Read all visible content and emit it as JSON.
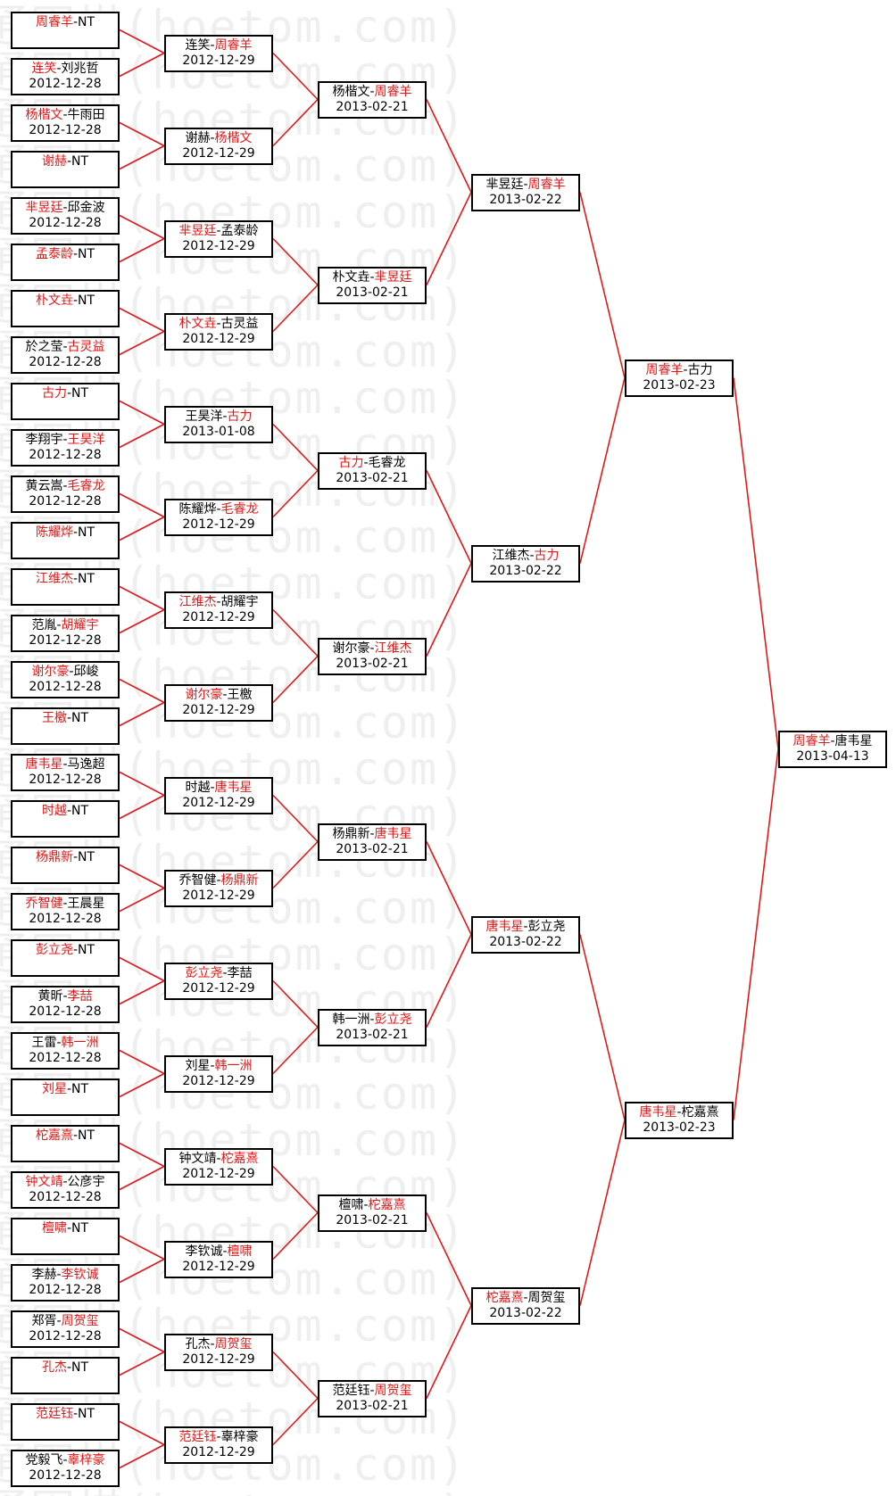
{
  "watermark": "弘通围棋(hoetom.com)",
  "colors": {
    "winner": "#e01818",
    "line": "#e01818",
    "border": "#000000"
  },
  "rounds": [
    [
      {
        "p1": "周睿羊",
        "p2": "NT",
        "date": "",
        "winner": "周睿羊"
      },
      {
        "p1": "连笑",
        "p2": "刘兆哲",
        "date": "2012-12-28",
        "winner": "连笑"
      },
      {
        "p1": "杨楷文",
        "p2": "牛雨田",
        "date": "2012-12-28",
        "winner": "杨楷文"
      },
      {
        "p1": "谢赫",
        "p2": "NT",
        "date": "",
        "winner": "谢赫"
      },
      {
        "p1": "芈昱廷",
        "p2": "邱金波",
        "date": "2012-12-28",
        "winner": "芈昱廷"
      },
      {
        "p1": "孟泰龄",
        "p2": "NT",
        "date": "",
        "winner": "孟泰龄"
      },
      {
        "p1": "朴文垚",
        "p2": "NT",
        "date": "",
        "winner": "朴文垚"
      },
      {
        "p1": "於之莹",
        "p2": "古灵益",
        "date": "2012-12-28",
        "winner": "古灵益"
      },
      {
        "p1": "古力",
        "p2": "NT",
        "date": "",
        "winner": "古力"
      },
      {
        "p1": "李翔宇",
        "p2": "王昊洋",
        "date": "2012-12-28",
        "winner": "王昊洋"
      },
      {
        "p1": "黄云嵩",
        "p2": "毛睿龙",
        "date": "2012-12-28",
        "winner": "毛睿龙"
      },
      {
        "p1": "陈耀烨",
        "p2": "NT",
        "date": "",
        "winner": "陈耀烨"
      },
      {
        "p1": "江维杰",
        "p2": "NT",
        "date": "",
        "winner": "江维杰"
      },
      {
        "p1": "范胤",
        "p2": "胡耀宇",
        "date": "2012-12-28",
        "winner": "胡耀宇"
      },
      {
        "p1": "谢尔豪",
        "p2": "邱峻",
        "date": "2012-12-28",
        "winner": "谢尔豪"
      },
      {
        "p1": "王檄",
        "p2": "NT",
        "date": "",
        "winner": "王檄"
      },
      {
        "p1": "唐韦星",
        "p2": "马逸超",
        "date": "2012-12-28",
        "winner": "唐韦星"
      },
      {
        "p1": "时越",
        "p2": "NT",
        "date": "",
        "winner": "时越"
      },
      {
        "p1": "杨鼎新",
        "p2": "NT",
        "date": "",
        "winner": "杨鼎新"
      },
      {
        "p1": "乔智健",
        "p2": "王晨星",
        "date": "2012-12-28",
        "winner": "乔智健"
      },
      {
        "p1": "彭立尧",
        "p2": "NT",
        "date": "",
        "winner": "彭立尧"
      },
      {
        "p1": "黄昕",
        "p2": "李喆",
        "date": "2012-12-28",
        "winner": "李喆"
      },
      {
        "p1": "王雷",
        "p2": "韩一洲",
        "date": "2012-12-28",
        "winner": "韩一洲"
      },
      {
        "p1": "刘星",
        "p2": "NT",
        "date": "",
        "winner": "刘星"
      },
      {
        "p1": "柁嘉熹",
        "p2": "NT",
        "date": "",
        "winner": "柁嘉熹"
      },
      {
        "p1": "钟文靖",
        "p2": "公彦宇",
        "date": "2012-12-28",
        "winner": "钟文靖"
      },
      {
        "p1": "檀啸",
        "p2": "NT",
        "date": "",
        "winner": "檀啸"
      },
      {
        "p1": "李赫",
        "p2": "李钦诚",
        "date": "2012-12-28",
        "winner": "李钦诚"
      },
      {
        "p1": "郑胥",
        "p2": "周贺玺",
        "date": "2012-12-28",
        "winner": "周贺玺"
      },
      {
        "p1": "孔杰",
        "p2": "NT",
        "date": "",
        "winner": "孔杰"
      },
      {
        "p1": "范廷钰",
        "p2": "NT",
        "date": "",
        "winner": "范廷钰"
      },
      {
        "p1": "党毅飞",
        "p2": "辜梓豪",
        "date": "2012-12-28",
        "winner": "辜梓豪"
      }
    ],
    [
      {
        "p1": "连笑",
        "p2": "周睿羊",
        "date": "2012-12-29",
        "winner": "周睿羊"
      },
      {
        "p1": "谢赫",
        "p2": "杨楷文",
        "date": "2012-12-29",
        "winner": "杨楷文"
      },
      {
        "p1": "芈昱廷",
        "p2": "孟泰龄",
        "date": "2012-12-29",
        "winner": "芈昱廷"
      },
      {
        "p1": "朴文垚",
        "p2": "古灵益",
        "date": "2012-12-29",
        "winner": "朴文垚"
      },
      {
        "p1": "王昊洋",
        "p2": "古力",
        "date": "2013-01-08",
        "winner": "古力"
      },
      {
        "p1": "陈耀烨",
        "p2": "毛睿龙",
        "date": "2012-12-29",
        "winner": "毛睿龙"
      },
      {
        "p1": "江维杰",
        "p2": "胡耀宇",
        "date": "2012-12-29",
        "winner": "江维杰"
      },
      {
        "p1": "谢尔豪",
        "p2": "王檄",
        "date": "2012-12-29",
        "winner": "谢尔豪"
      },
      {
        "p1": "时越",
        "p2": "唐韦星",
        "date": "2012-12-29",
        "winner": "唐韦星"
      },
      {
        "p1": "乔智健",
        "p2": "杨鼎新",
        "date": "2012-12-29",
        "winner": "杨鼎新"
      },
      {
        "p1": "彭立尧",
        "p2": "李喆",
        "date": "2012-12-29",
        "winner": "彭立尧"
      },
      {
        "p1": "刘星",
        "p2": "韩一洲",
        "date": "2012-12-29",
        "winner": "韩一洲"
      },
      {
        "p1": "钟文靖",
        "p2": "柁嘉熹",
        "date": "2012-12-29",
        "winner": "柁嘉熹"
      },
      {
        "p1": "李钦诚",
        "p2": "檀啸",
        "date": "2012-12-29",
        "winner": "檀啸"
      },
      {
        "p1": "孔杰",
        "p2": "周贺玺",
        "date": "2012-12-29",
        "winner": "周贺玺"
      },
      {
        "p1": "范廷钰",
        "p2": "辜梓豪",
        "date": "2012-12-29",
        "winner": "范廷钰"
      }
    ],
    [
      {
        "p1": "杨楷文",
        "p2": "周睿羊",
        "date": "2013-02-21",
        "winner": "周睿羊"
      },
      {
        "p1": "朴文垚",
        "p2": "芈昱廷",
        "date": "2013-02-21",
        "winner": "芈昱廷"
      },
      {
        "p1": "古力",
        "p2": "毛睿龙",
        "date": "2013-02-21",
        "winner": "古力"
      },
      {
        "p1": "谢尔豪",
        "p2": "江维杰",
        "date": "2013-02-21",
        "winner": "江维杰"
      },
      {
        "p1": "杨鼎新",
        "p2": "唐韦星",
        "date": "2013-02-21",
        "winner": "唐韦星"
      },
      {
        "p1": "韩一洲",
        "p2": "彭立尧",
        "date": "2013-02-21",
        "winner": "彭立尧"
      },
      {
        "p1": "檀啸",
        "p2": "柁嘉熹",
        "date": "2013-02-21",
        "winner": "柁嘉熹"
      },
      {
        "p1": "范廷钰",
        "p2": "周贺玺",
        "date": "2013-02-21",
        "winner": "周贺玺"
      }
    ],
    [
      {
        "p1": "芈昱廷",
        "p2": "周睿羊",
        "date": "2013-02-22",
        "winner": "周睿羊"
      },
      {
        "p1": "江维杰",
        "p2": "古力",
        "date": "2013-02-22",
        "winner": "古力"
      },
      {
        "p1": "唐韦星",
        "p2": "彭立尧",
        "date": "2013-02-22",
        "winner": "唐韦星"
      },
      {
        "p1": "柁嘉熹",
        "p2": "周贺玺",
        "date": "2013-02-22",
        "winner": "柁嘉熹"
      }
    ],
    [
      {
        "p1": "周睿羊",
        "p2": "古力",
        "date": "2013-02-23",
        "winner": "周睿羊"
      },
      {
        "p1": "唐韦星",
        "p2": "柁嘉熹",
        "date": "2013-02-23",
        "winner": "唐韦星"
      }
    ],
    [
      {
        "p1": "周睿羊",
        "p2": "唐韦星",
        "date": "2013-04-13",
        "winner": "周睿羊"
      }
    ]
  ]
}
